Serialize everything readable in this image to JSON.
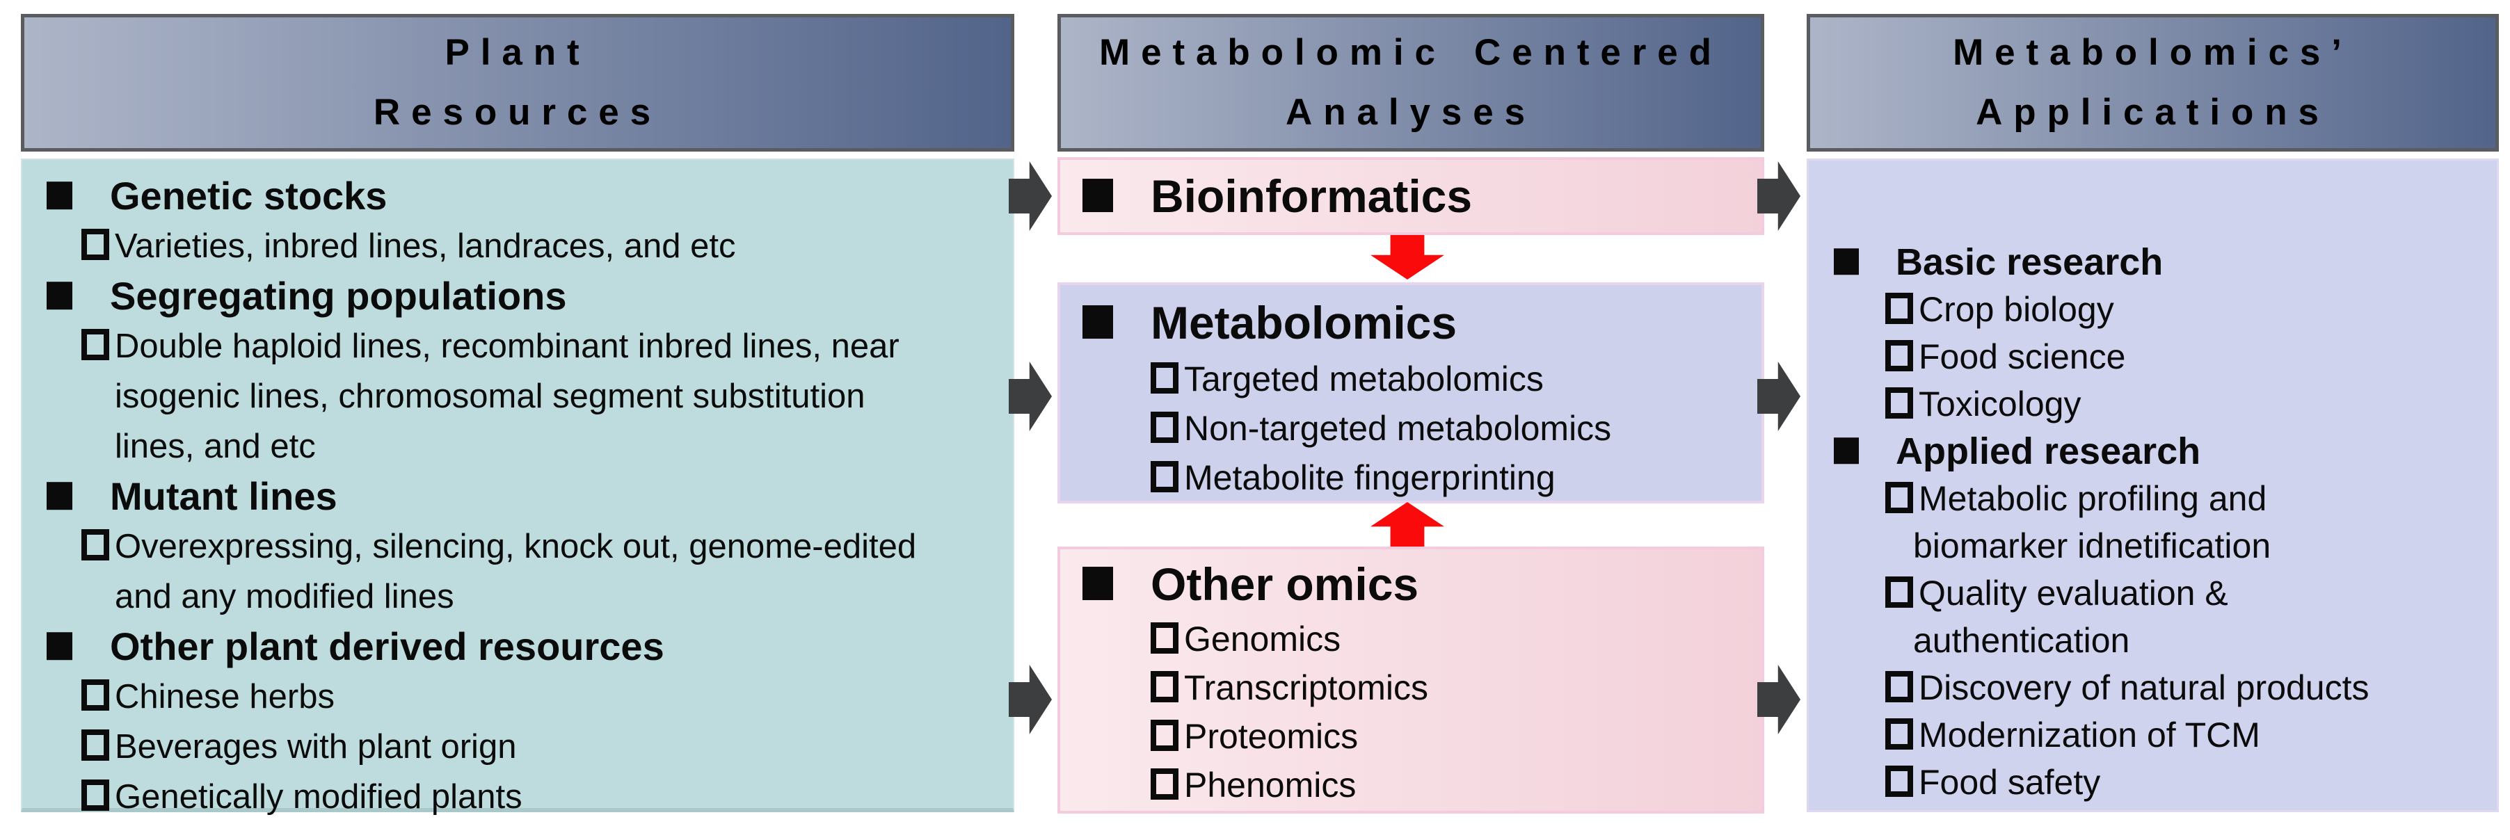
{
  "columns": {
    "left": {
      "header": [
        "Plant",
        "Resources"
      ],
      "items": [
        {
          "title": "Genetic stocks",
          "subs": [
            "Varieties, inbred lines, landraces, and etc"
          ]
        },
        {
          "title": "Segregating populations",
          "subs": [
            "Double haploid lines, recombinant inbred lines, near isogenic lines, chromosomal segment substitution  lines, and etc"
          ]
        },
        {
          "title": "Mutant lines",
          "subs": [
            "Overexpressing, silencing, knock out, genome-edited and any modified lines"
          ]
        },
        {
          "title": "Other plant derived resources",
          "subs": [
            "Chinese herbs",
            "Beverages with plant orign",
            "Genetically modified plants"
          ]
        }
      ]
    },
    "middle": {
      "header": [
        "Metabolomic Centered",
        "Analyses"
      ],
      "boxes": [
        {
          "title": "Bioinformatics",
          "subs": []
        },
        {
          "title": "Metabolomics",
          "subs": [
            "Targeted metabolomics",
            "Non-targeted metabolomics",
            "Metabolite fingerprinting"
          ]
        },
        {
          "title": "Other omics",
          "subs": [
            "Genomics",
            "Transcriptomics",
            "Proteomics",
            "Phenomics"
          ]
        }
      ]
    },
    "right": {
      "header": [
        "Metabolomics’",
        "Applications"
      ],
      "items": [
        {
          "title": "Basic research",
          "subs": [
            "Crop biology",
            "Food science",
            "Toxicology"
          ]
        },
        {
          "title": "Applied research",
          "subs": [
            "Metabolic profiling and biomarker idnetification",
            "Quality evaluation & authentication",
            "Discovery of natural products",
            "Modernization of TCM",
            "Food safety"
          ]
        }
      ]
    }
  },
  "icons": {
    "filled_bullet": "filled-square-icon",
    "open_bullet": "open-square-icon",
    "flow": "flow-arrow-right-icon",
    "red_down": "red-arrow-down-icon",
    "red_up": "red-arrow-up-icon"
  },
  "colors": {
    "header_gradient_left": "#adb5c8",
    "header_gradient_right": "#52648a",
    "header_border": "#5a5c60",
    "teal_panel": "#bedcdd",
    "pink_box_left": "#fae9ed",
    "pink_box_right": "#f3d1da",
    "pink_border": "#f3cade",
    "lavender_box": "#cdd1ec",
    "lavender_panel": "#cfd3ee",
    "red_arrow": "#fa0a0a",
    "flow_arrow": "#3c3e40",
    "text": "#0b0b0b"
  }
}
